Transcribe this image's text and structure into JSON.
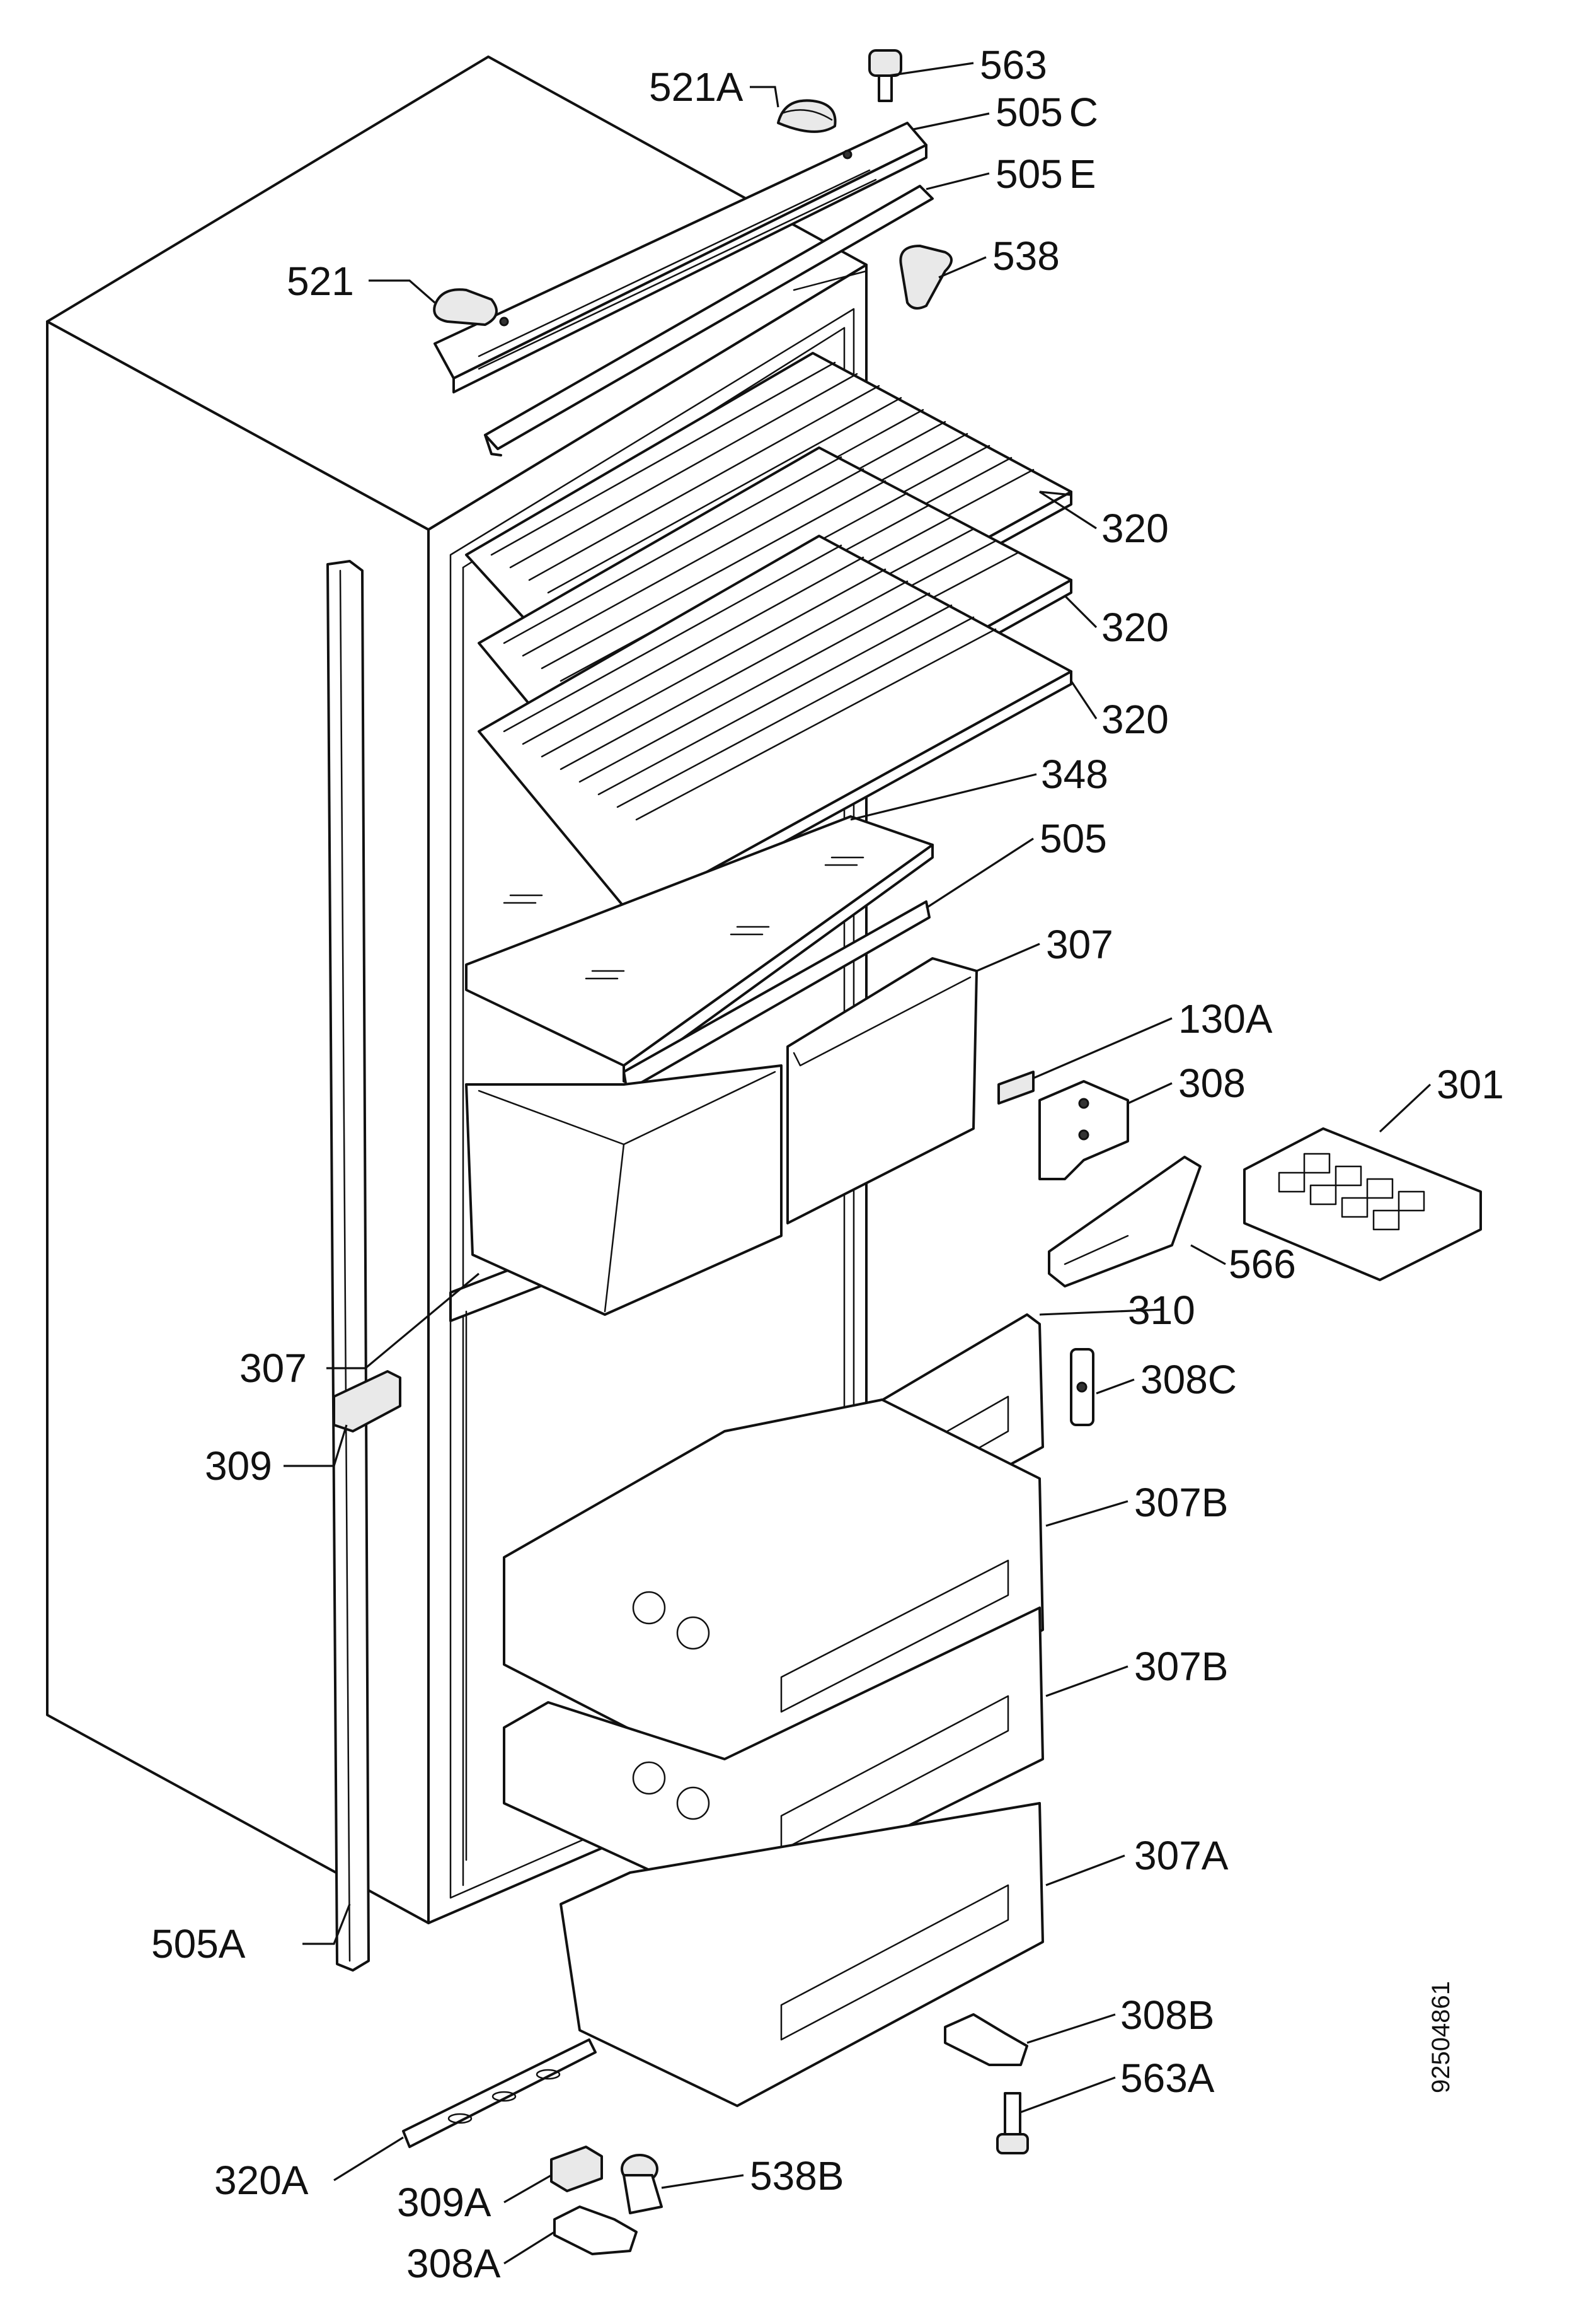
{
  "diagram": {
    "labels": {
      "521A": {
        "num": "521",
        "sfx": "A"
      },
      "563": {
        "num": "563",
        "sfx": ""
      },
      "505C": {
        "num": "505",
        "sfx": "C"
      },
      "505E": {
        "num": "505",
        "sfx": "E"
      },
      "538": {
        "num": "538",
        "sfx": ""
      },
      "521": {
        "num": "521",
        "sfx": ""
      },
      "320a": {
        "num": "320",
        "sfx": ""
      },
      "320b": {
        "num": "320",
        "sfx": ""
      },
      "320c": {
        "num": "320",
        "sfx": ""
      },
      "348": {
        "num": "348",
        "sfx": ""
      },
      "505": {
        "num": "505",
        "sfx": ""
      },
      "307top": {
        "num": "307",
        "sfx": ""
      },
      "130A": {
        "num": "130",
        "sfx": "A"
      },
      "308": {
        "num": "308",
        "sfx": ""
      },
      "301": {
        "num": "301",
        "sfx": ""
      },
      "566": {
        "num": "566",
        "sfx": ""
      },
      "310": {
        "num": "310",
        "sfx": ""
      },
      "307left": {
        "num": "307",
        "sfx": ""
      },
      "308C": {
        "num": "308",
        "sfx": "C"
      },
      "309": {
        "num": "309",
        "sfx": ""
      },
      "307B1": {
        "num": "307",
        "sfx": "B"
      },
      "307B2": {
        "num": "307",
        "sfx": "B"
      },
      "307A": {
        "num": "307",
        "sfx": "A"
      },
      "505A": {
        "num": "505",
        "sfx": "A"
      },
      "308B": {
        "num": "308",
        "sfx": "B"
      },
      "563A": {
        "num": "563",
        "sfx": "A"
      },
      "320A": {
        "num": "320",
        "sfx": "A"
      },
      "538B": {
        "num": "538",
        "sfx": "B"
      },
      "309A": {
        "num": "309",
        "sfx": "A"
      },
      "308A": {
        "num": "308",
        "sfx": "A"
      }
    },
    "doc_number": "92504861"
  },
  "colors": {
    "line": "#111111",
    "background": "#ffffff",
    "part_fill": "#ffffff",
    "shade": "#e9e9e9"
  }
}
